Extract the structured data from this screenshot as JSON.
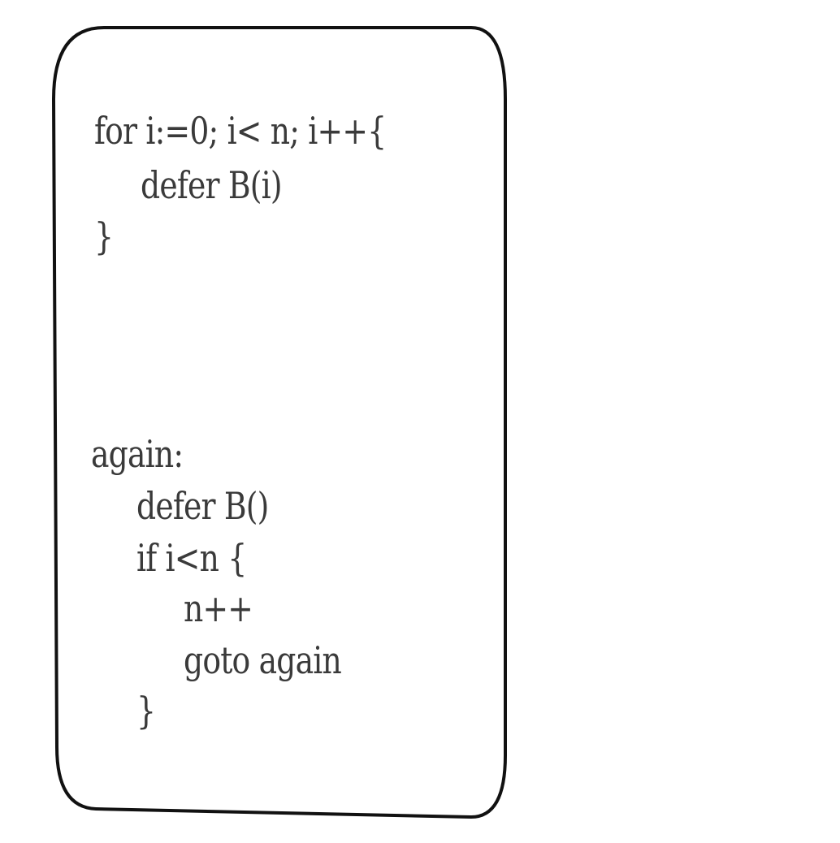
{
  "block_one": {
    "lines": [
      "for i:=0; i< n; i++{",
      "defer B(i)",
      "}"
    ]
  },
  "block_two": {
    "lines": [
      "again:",
      "defer B()",
      "if i<n {",
      "n++",
      "goto again",
      "}"
    ]
  }
}
